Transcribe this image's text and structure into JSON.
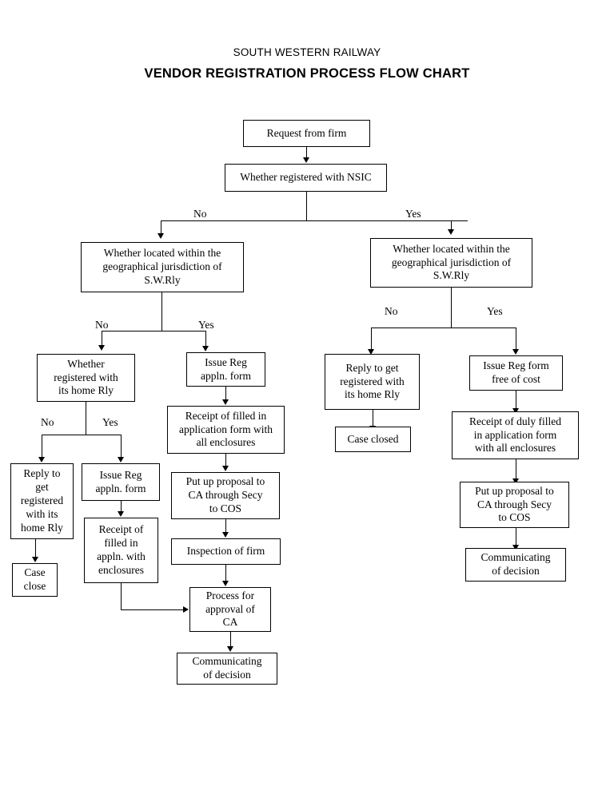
{
  "document": {
    "organization": "SOUTH WESTERN RAILWAY",
    "title": "VENDOR REGISTRATION PROCESS FLOW CHART"
  },
  "labels": {
    "yes": "Yes",
    "no": "No"
  },
  "flowchart": {
    "type": "flowchart",
    "nodes": {
      "start": "Request from firm",
      "decision_nsic": "Whether registered with NSIC",
      "decision_jurisdiction_left": "Whether located within the\ngeographical jurisdiction of\nS.W.Rly",
      "decision_jurisdiction_right": "Whether located within the\ngeographical jurisdiction of\nS.W.Rly",
      "decision_home_rly": "Whether\nregistered with\nits home Rly",
      "reply_home_rly_far_left": "Reply to\nget\nregistered\nwith its\nhome Rly",
      "case_close_left": "Case\nclose",
      "issue_reg_form_left": "Issue Reg\nappln. form",
      "receipt_filled_left": "Receipt of\nfilled in\nappln. with\nenclosures",
      "issue_reg_form_center": "Issue Reg\nappln. form",
      "receipt_filled_center": "Receipt of filled in\napplication form with\nall enclosures",
      "put_up_proposal_center": "Put up proposal to\nCA through Secy\nto COS",
      "inspection_of_firm": "Inspection of firm",
      "process_approval_ca": "Process for\napproval of\nCA",
      "communicating_decision_center": "Communicating\nof decision",
      "reply_home_rly_right": "Reply to get\nregistered with\nits home Rly",
      "case_closed_right": "Case closed",
      "issue_reg_free": "Issue Reg form\nfree of cost",
      "receipt_duly_filled_right": "Receipt of duly filled\nin application form\nwith all enclosures",
      "put_up_proposal_right": "Put up proposal to\nCA through Secy\nto COS",
      "communicating_decision_right": "Communicating\nof decision"
    },
    "branch_labels": {
      "nsic_no": "No",
      "nsic_yes": "Yes",
      "jurisdiction_left_no": "No",
      "jurisdiction_left_yes": "Yes",
      "home_rly_no": "No",
      "home_rly_yes": "Yes",
      "jurisdiction_right_no": "No",
      "jurisdiction_right_yes": "Yes"
    },
    "colors": {
      "border": "#000000",
      "background": "#ffffff",
      "text": "#000000"
    }
  }
}
